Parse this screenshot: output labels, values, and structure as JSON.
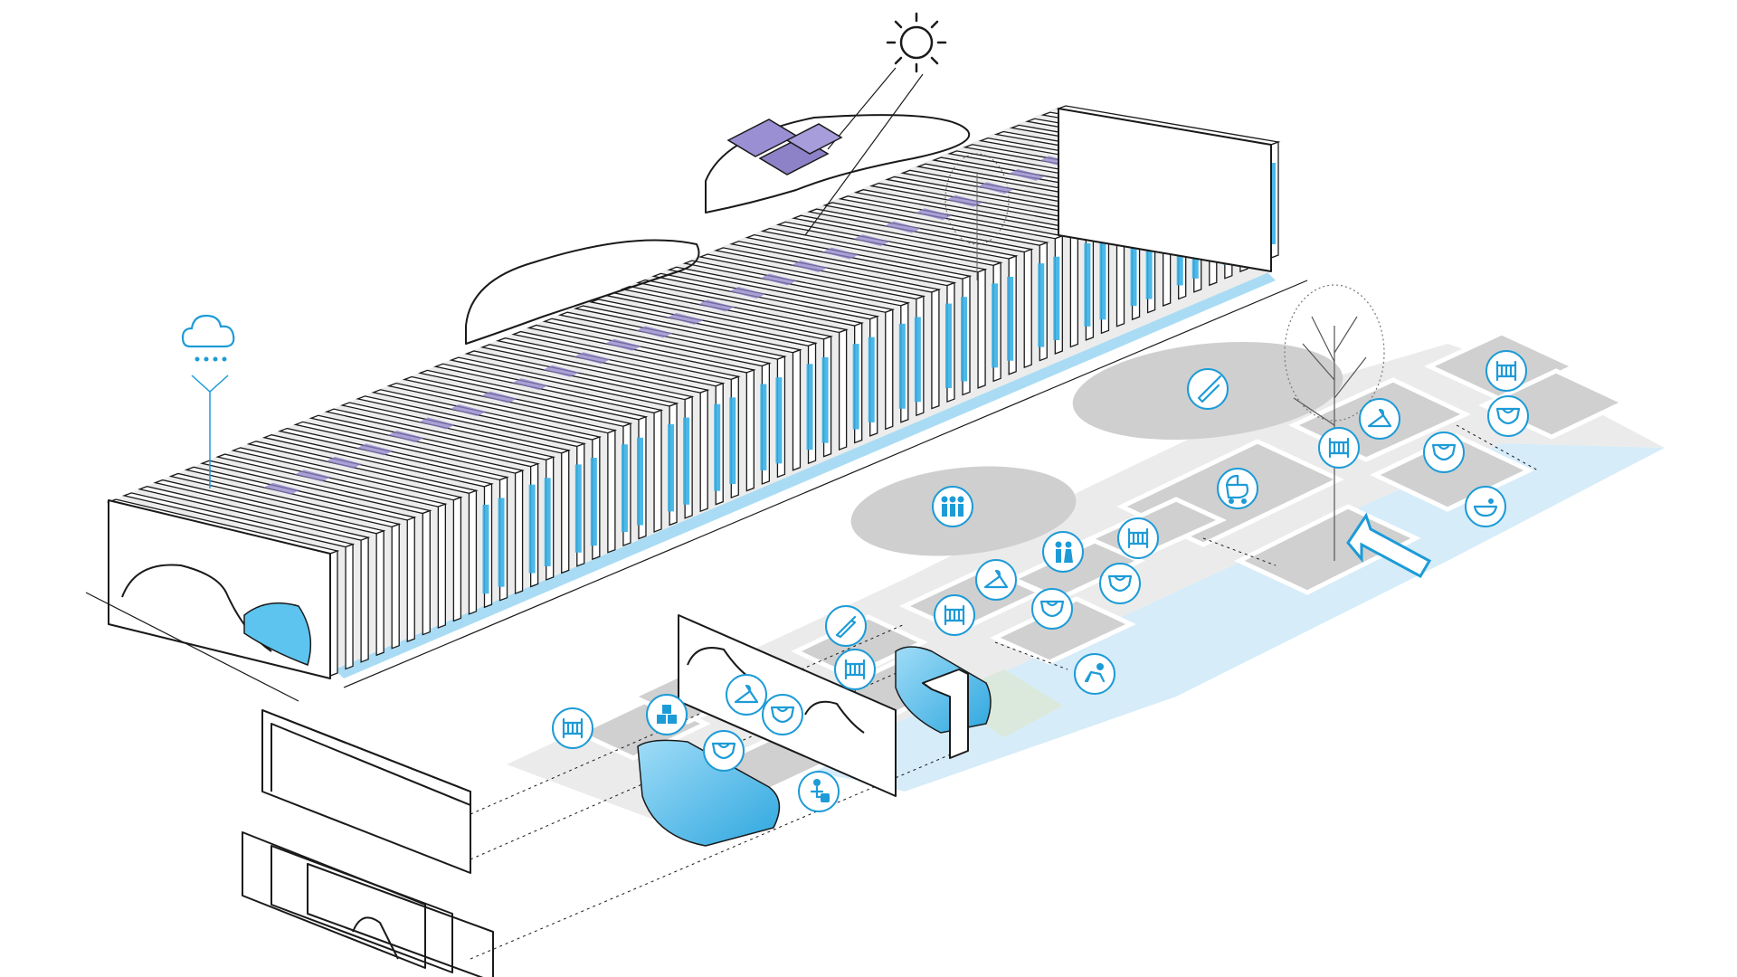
{
  "colors": {
    "accent_blue": "#1d9bd7",
    "glass_blue": "#5cc4ef",
    "light_blue_zone": "#d6ecf8",
    "grey_zone": "#d3d3d3",
    "light_grey_zone": "#ebebeb",
    "solar_panel_purple": "#8d82c8",
    "green_zone": "#dbe9dd",
    "line": "#1a1a1a"
  },
  "icons": [
    {
      "id": "baby-bottle",
      "semantic": "baby-bottle-icon"
    },
    {
      "id": "stroller",
      "semantic": "stroller-icon"
    },
    {
      "id": "family",
      "semantic": "family-icon"
    },
    {
      "id": "parents",
      "semantic": "parents-icon"
    },
    {
      "id": "crib",
      "semantic": "crib-icon"
    },
    {
      "id": "diaper",
      "semantic": "diaper-icon"
    },
    {
      "id": "hanger",
      "semantic": "hanger-icon"
    },
    {
      "id": "bath",
      "semantic": "baby-bath-icon"
    },
    {
      "id": "crawling-baby",
      "semantic": "crawling-baby-icon"
    },
    {
      "id": "toy-blocks",
      "semantic": "toy-blocks-icon"
    },
    {
      "id": "crayon",
      "semantic": "crayon-icon"
    },
    {
      "id": "seated-person",
      "semantic": "seated-person-icon"
    },
    {
      "id": "sun",
      "semantic": "sun-icon"
    },
    {
      "id": "rain-cloud",
      "semantic": "rain-cloud-icon"
    }
  ]
}
